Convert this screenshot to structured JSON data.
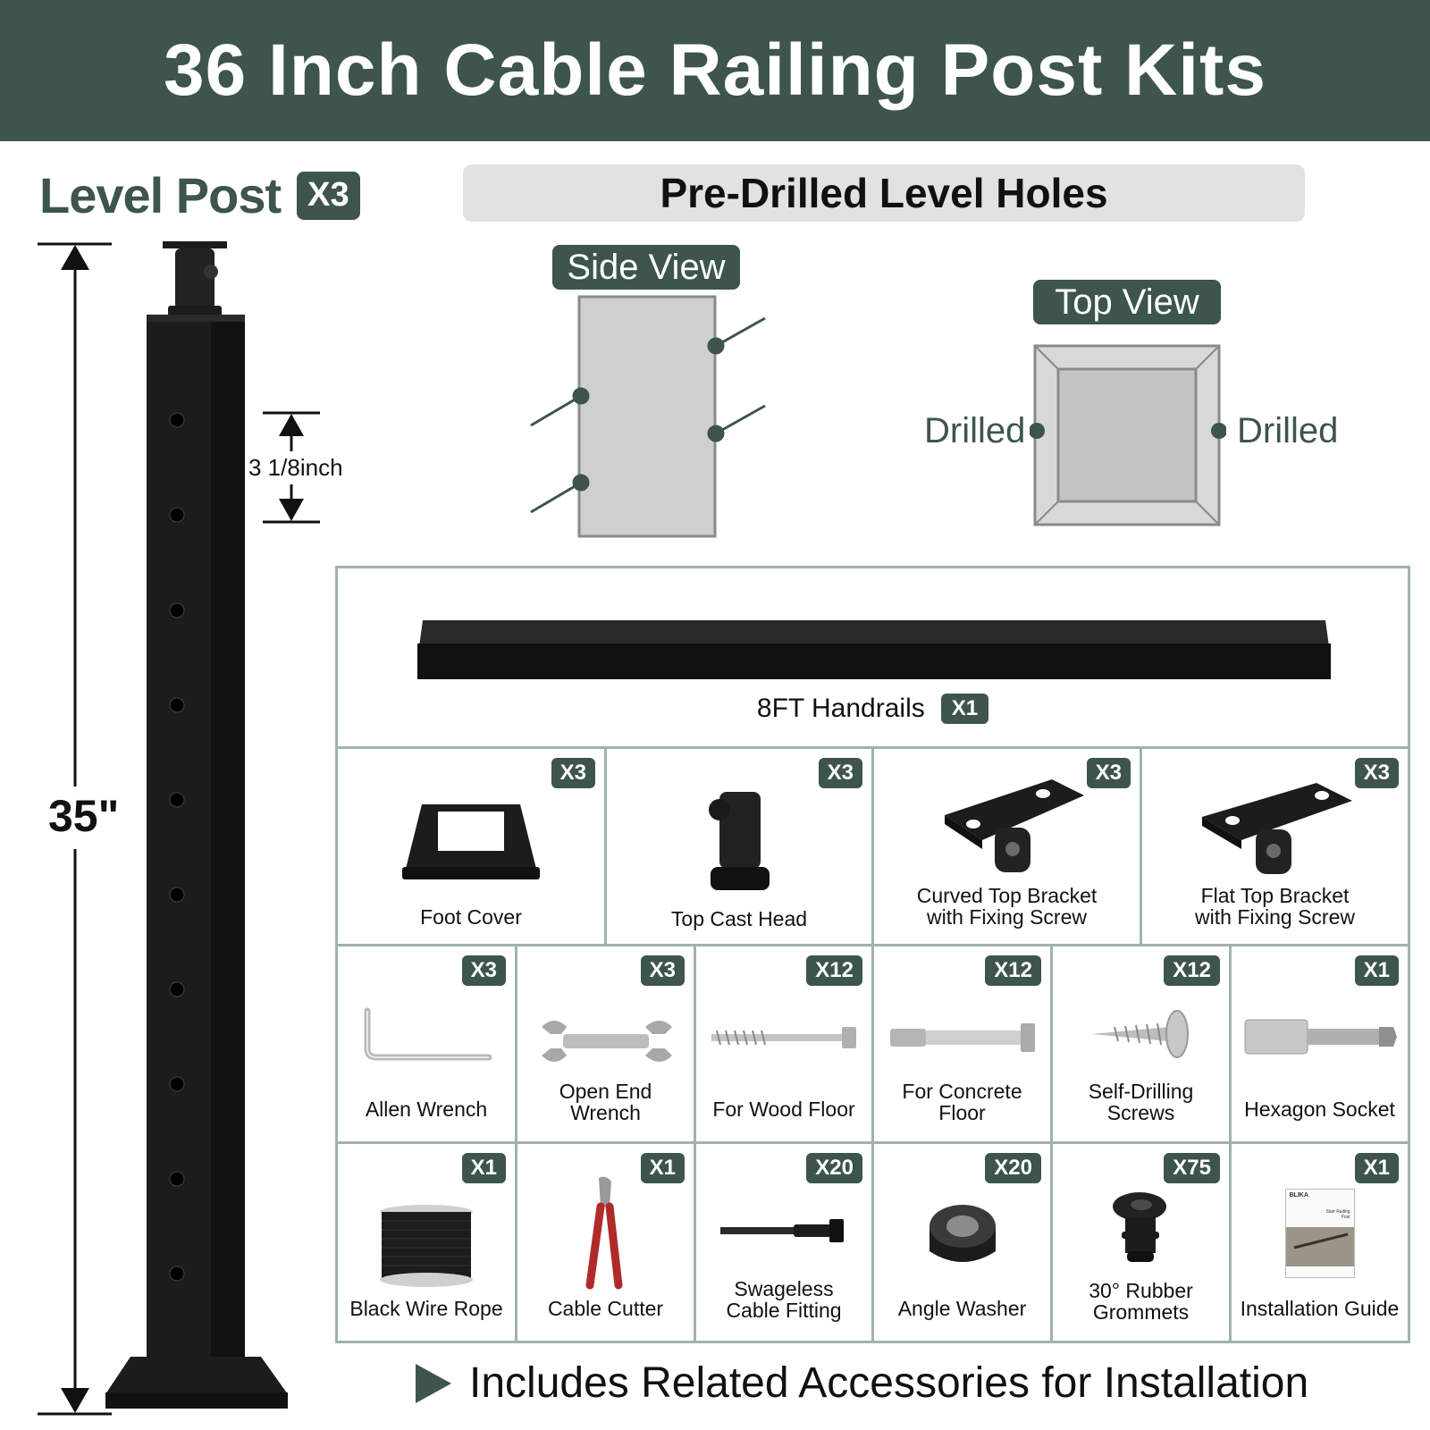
{
  "title": "36 Inch Cable Railing Post Kits",
  "level_post": {
    "label": "Level Post",
    "qty": "X3",
    "height": "35\"",
    "spacing": "3 1/8inch"
  },
  "predrilled": {
    "title": "Pre-Drilled Level Holes",
    "side_view": "Side View",
    "top_view": "Top View",
    "drilled_left": "Drilled",
    "drilled_right": "Drilled"
  },
  "handrail": {
    "label": "8FT Handrails",
    "qty": "X1"
  },
  "row1": [
    {
      "label": "Foot Cover",
      "qty": "X3",
      "icon": "foot-cover-icon"
    },
    {
      "label": "Top Cast Head",
      "qty": "X3",
      "icon": "top-cast-head-icon"
    },
    {
      "label": "Curved Top Bracket\nwith Fixing Screw",
      "qty": "X3",
      "icon": "curved-bracket-icon"
    },
    {
      "label": "Flat Top Bracket\nwith Fixing Screw",
      "qty": "X3",
      "icon": "flat-bracket-icon"
    }
  ],
  "row2": [
    {
      "label": "Allen Wrench",
      "qty": "X3",
      "icon": "allen-wrench-icon"
    },
    {
      "label": "Open End\nWrench",
      "qty": "X3",
      "icon": "open-end-wrench-icon"
    },
    {
      "label": "For Wood Floor",
      "qty": "X12",
      "icon": "lag-screw-icon"
    },
    {
      "label": "For Concrete\nFloor",
      "qty": "X12",
      "icon": "anchor-bolt-icon"
    },
    {
      "label": "Self-Drilling\nScrews",
      "qty": "X12",
      "icon": "self-drilling-screw-icon"
    },
    {
      "label": "Hexagon Socket",
      "qty": "X1",
      "icon": "hex-socket-icon"
    }
  ],
  "row3": [
    {
      "label": "Black Wire Rope",
      "qty": "X1",
      "icon": "wire-rope-icon"
    },
    {
      "label": "Cable Cutter",
      "qty": "X1",
      "icon": "cable-cutter-icon"
    },
    {
      "label": "Swageless\nCable Fitting",
      "qty": "X20",
      "icon": "cable-fitting-icon"
    },
    {
      "label": "Angle Washer",
      "qty": "X20",
      "icon": "angle-washer-icon"
    },
    {
      "label": "30° Rubber\nGrommets",
      "qty": "X75",
      "icon": "grommet-icon"
    },
    {
      "label": "Installation Guide",
      "qty": "X1",
      "icon": "guide-icon"
    }
  ],
  "guide_cover": {
    "brand": "BLIKA",
    "title": "Stair Railing Post"
  },
  "footer": "Includes Related Accessories for Installation",
  "colors": {
    "brand": "#3d554b",
    "border": "#9fb3a9",
    "post": "#1c1c1c"
  }
}
